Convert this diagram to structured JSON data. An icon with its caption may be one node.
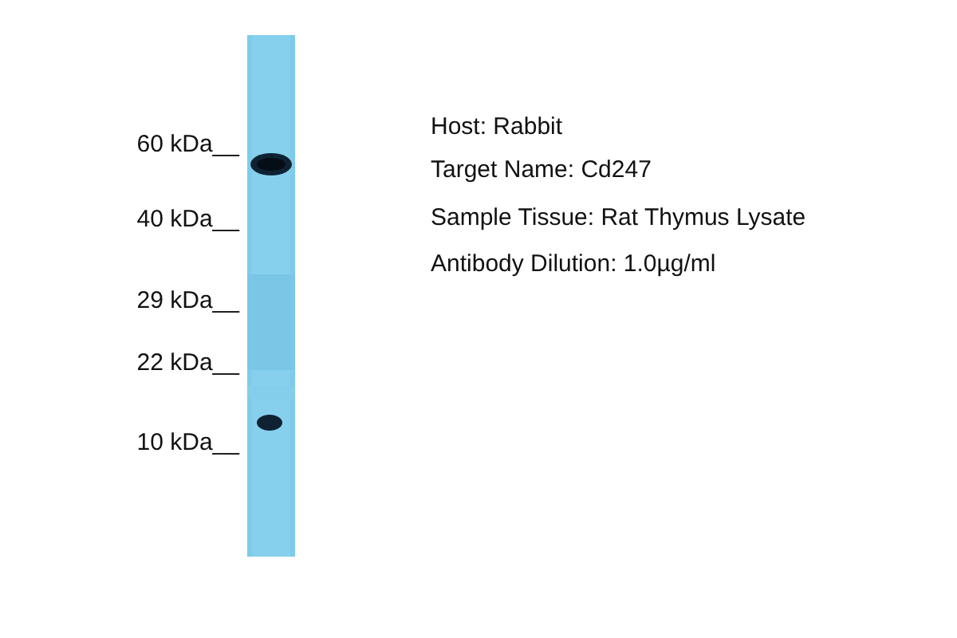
{
  "diagram": {
    "labels": [
      "60 kDa__",
      "40 kDa__",
      "29 kDa__",
      "22 kDa__",
      "10 kDa__",
      "Host: Rabbit",
      "Target Name: Cd247",
      "Sample Tissue: Rat Thymus Lysate",
      "Antibody Dilution: 1.0µg/ml"
    ]
  }
}
